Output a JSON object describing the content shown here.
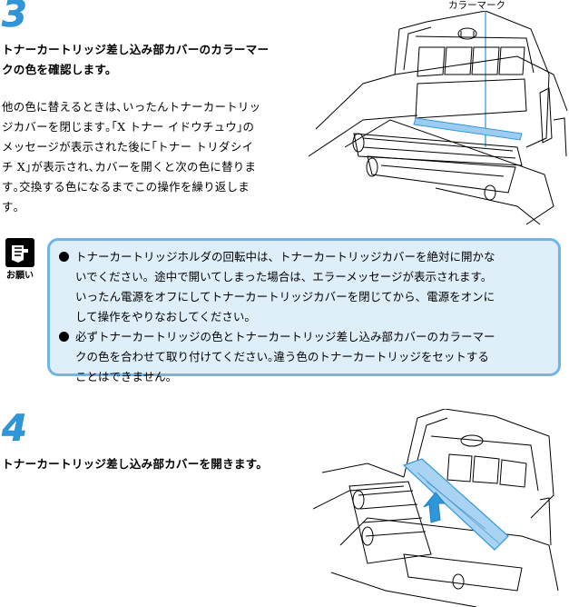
{
  "step3": {
    "number": "3",
    "title_lines": [
      "トナーカートリッジ差し込み部カバーのカラーマー",
      "クの色を確認します。"
    ],
    "body_lines": [
      "他の色に替えるときは､いったんトナーカートリッ",
      "ジカバーを閉じます｡｢X トナー イドウチュウ｣の",
      "メッセージが表示された後に｢トナー トリダシイ",
      "チ X｣が表示され､カバーを開くと次の色に替りま",
      "す｡交換する色になるまでこの操作を繰り返しま",
      "す｡"
    ],
    "figure_callout": "カラーマーク"
  },
  "note": {
    "icon_label": "お願い",
    "items": [
      {
        "lines": [
          "トナーカートリッジホルダの回転中は、トナーカートリッジカバーを絶対に開かな",
          "いでください。途中で開いてしまった場合は、エラーメッセージが表示されます。",
          "いったん電源をオフにしてトナーカートリッジカバーを閉じてから、電源をオンに",
          "して操作をやりなおしてください。"
        ]
      },
      {
        "lines": [
          "必ずトナーカートリッジの色とトナーカートリッジ差し込み部カバーのカラーマー",
          "クの色を合わせて取り付けてください｡違う色のトナーカートリッジをセットする",
          "ことはできません。"
        ]
      }
    ]
  },
  "step4": {
    "number": "4",
    "title": "トナーカートリッジ差し込み部カバーを開きます。"
  },
  "colors": {
    "accent_blue": "#2f97d8",
    "note_background": "#dfeffa",
    "note_border": "#6fb6e6"
  }
}
